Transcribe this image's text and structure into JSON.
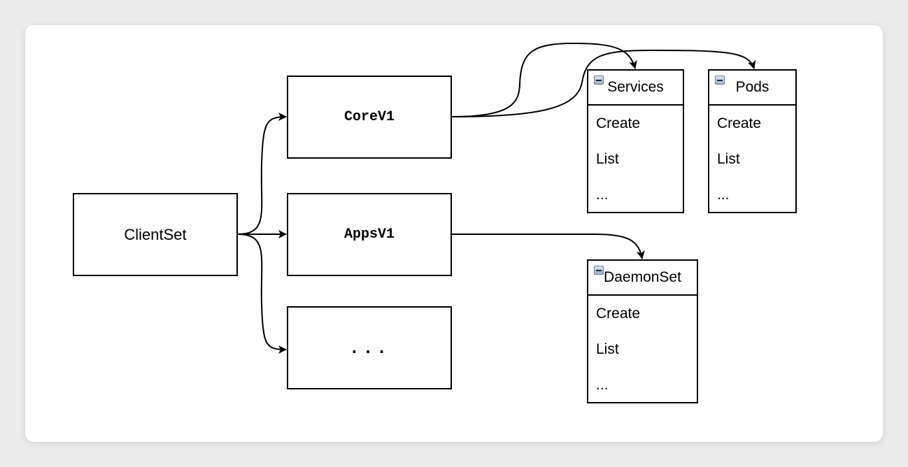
{
  "nodes": {
    "clientset": "ClientSet",
    "corev1": "CoreV1",
    "appsv1": "AppsV1",
    "more": "..."
  },
  "classes": {
    "services": {
      "title": "Services",
      "members": [
        "Create",
        "List",
        "..."
      ]
    },
    "pods": {
      "title": "Pods",
      "members": [
        "Create",
        "List",
        "..."
      ]
    },
    "daemonset": {
      "title": "DaemonSet",
      "members": [
        "Create",
        "List",
        "..."
      ]
    }
  }
}
